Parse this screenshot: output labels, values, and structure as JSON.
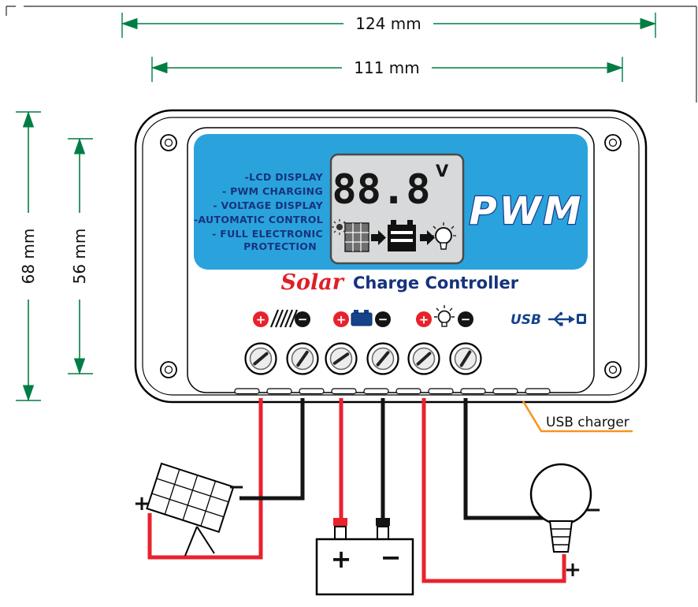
{
  "dimensions": {
    "width_outer": "124 mm",
    "width_inner": "111 mm",
    "height_outer": "68 mm",
    "height_inner": "56 mm"
  },
  "device": {
    "features": [
      "-LCD DISPLAY",
      "- PWM CHARGING",
      "- VOLTAGE DISPLAY",
      "-AUTOMATIC CONTROL",
      "- FULL ELECTRONIC",
      "PROTECTION"
    ],
    "lcd": {
      "value": "88.8",
      "unit": "V"
    },
    "brand": "PWM",
    "product_script": "Solar",
    "product_rest": "Charge Controller",
    "usb_label": "USB",
    "terminals": {
      "plus": "+",
      "minus": "−"
    }
  },
  "callout": {
    "usb_charger": "USB charger"
  },
  "wiring": {
    "solar_plus": "+",
    "solar_minus": "−",
    "battery_plus": "+",
    "battery_minus": "−",
    "bulb_minus": "−",
    "bulb_plus": "+"
  },
  "colors": {
    "panel_blue": "#2aa3dd",
    "navy": "#15337c",
    "wire_red": "#e8222d",
    "wire_black": "#141414",
    "dimension_green": "#007d44",
    "callout_orange": "#f7941d",
    "lcd_gray": "#d8d9da"
  }
}
